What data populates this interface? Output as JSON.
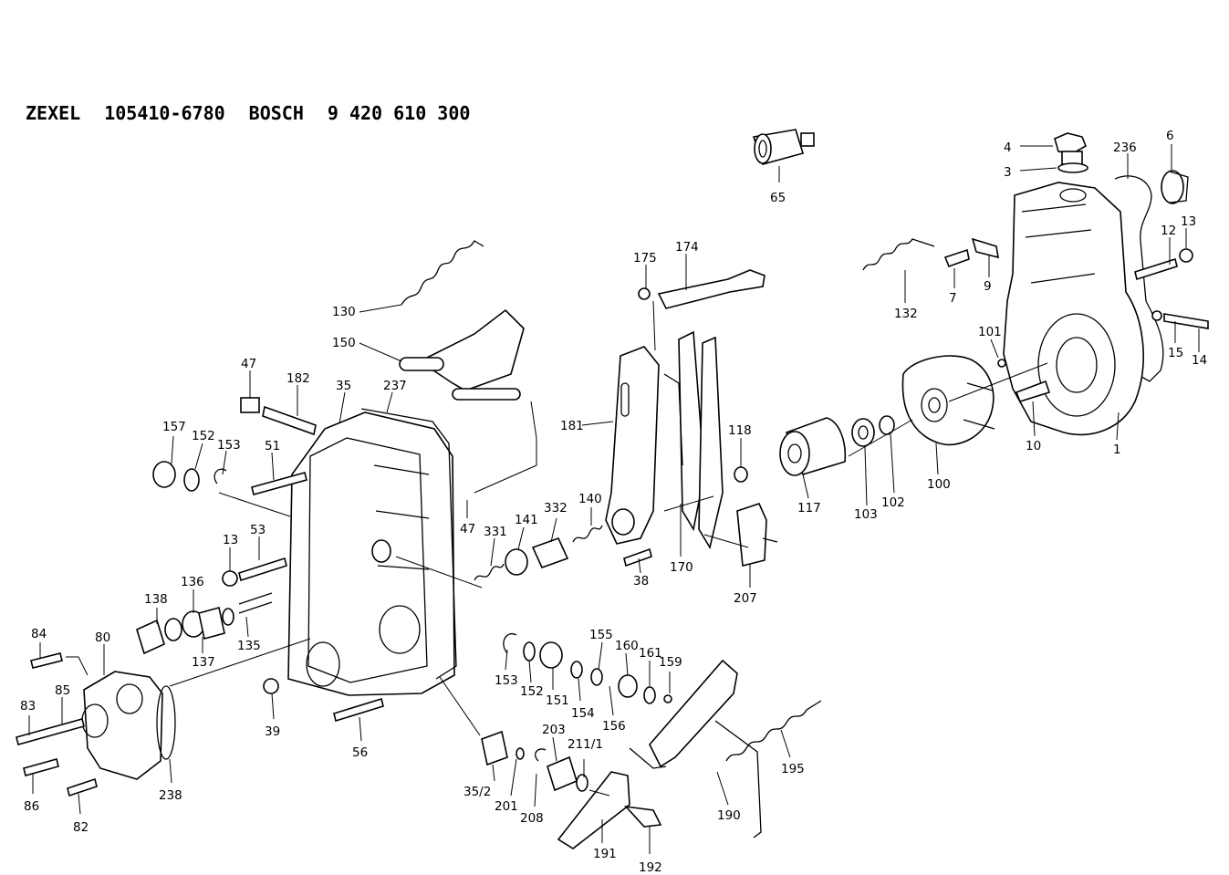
{
  "header": {
    "maker": "ZEXEL",
    "zexel_no": "105410-6780",
    "brand": "BOSCH",
    "bosch_no": "9 420 610 300"
  },
  "callouts": [
    {
      "id": "c4",
      "text": "4"
    },
    {
      "id": "c3",
      "text": "3"
    },
    {
      "id": "c236",
      "text": "236"
    },
    {
      "id": "c6",
      "text": "6"
    },
    {
      "id": "c65",
      "text": "65"
    },
    {
      "id": "c13a",
      "text": "13"
    },
    {
      "id": "c12",
      "text": "12"
    },
    {
      "id": "c7",
      "text": "7"
    },
    {
      "id": "c9",
      "text": "9"
    },
    {
      "id": "c132",
      "text": "132"
    },
    {
      "id": "c15",
      "text": "15"
    },
    {
      "id": "c14",
      "text": "14"
    },
    {
      "id": "c101",
      "text": "101"
    },
    {
      "id": "c10",
      "text": "10"
    },
    {
      "id": "c1",
      "text": "1"
    },
    {
      "id": "c100",
      "text": "100"
    },
    {
      "id": "c102",
      "text": "102"
    },
    {
      "id": "c103",
      "text": "103"
    },
    {
      "id": "c117",
      "text": "117"
    },
    {
      "id": "c118",
      "text": "118"
    },
    {
      "id": "c175",
      "text": "175"
    },
    {
      "id": "c174",
      "text": "174"
    },
    {
      "id": "c181",
      "text": "181"
    },
    {
      "id": "c170",
      "text": "170"
    },
    {
      "id": "c207",
      "text": "207"
    },
    {
      "id": "c130",
      "text": "130"
    },
    {
      "id": "c150",
      "text": "150"
    },
    {
      "id": "c47a",
      "text": "47"
    },
    {
      "id": "c182",
      "text": "182"
    },
    {
      "id": "c35",
      "text": "35"
    },
    {
      "id": "c237",
      "text": "237"
    },
    {
      "id": "c157",
      "text": "157"
    },
    {
      "id": "c152a",
      "text": "152"
    },
    {
      "id": "c153a",
      "text": "153"
    },
    {
      "id": "c51",
      "text": "51"
    },
    {
      "id": "c47b",
      "text": "47"
    },
    {
      "id": "c140",
      "text": "140"
    },
    {
      "id": "c141",
      "text": "141"
    },
    {
      "id": "c332",
      "text": "332"
    },
    {
      "id": "c331",
      "text": "331"
    },
    {
      "id": "c38",
      "text": "38"
    },
    {
      "id": "c13b",
      "text": "13"
    },
    {
      "id": "c53",
      "text": "53"
    },
    {
      "id": "c138",
      "text": "138"
    },
    {
      "id": "c136",
      "text": "136"
    },
    {
      "id": "c137",
      "text": "137"
    },
    {
      "id": "c135",
      "text": "135"
    },
    {
      "id": "c84",
      "text": "84"
    },
    {
      "id": "c80",
      "text": "80"
    },
    {
      "id": "c85",
      "text": "85"
    },
    {
      "id": "c83",
      "text": "83"
    },
    {
      "id": "c86",
      "text": "86"
    },
    {
      "id": "c82",
      "text": "82"
    },
    {
      "id": "c238",
      "text": "238"
    },
    {
      "id": "c39",
      "text": "39"
    },
    {
      "id": "c56",
      "text": "56"
    },
    {
      "id": "c153b",
      "text": "153"
    },
    {
      "id": "c152b",
      "text": "152"
    },
    {
      "id": "c151",
      "text": "151"
    },
    {
      "id": "c155",
      "text": "155"
    },
    {
      "id": "c154",
      "text": "154"
    },
    {
      "id": "c160",
      "text": "160"
    },
    {
      "id": "c156",
      "text": "156"
    },
    {
      "id": "c161",
      "text": "161"
    },
    {
      "id": "c159",
      "text": "159"
    },
    {
      "id": "c352",
      "text": "35/2"
    },
    {
      "id": "c201",
      "text": "201"
    },
    {
      "id": "c208",
      "text": "208"
    },
    {
      "id": "c203",
      "text": "203"
    },
    {
      "id": "c2111",
      "text": "211/1"
    },
    {
      "id": "c191",
      "text": "191"
    },
    {
      "id": "c192",
      "text": "192"
    },
    {
      "id": "c190",
      "text": "190"
    },
    {
      "id": "c195",
      "text": "195"
    }
  ]
}
